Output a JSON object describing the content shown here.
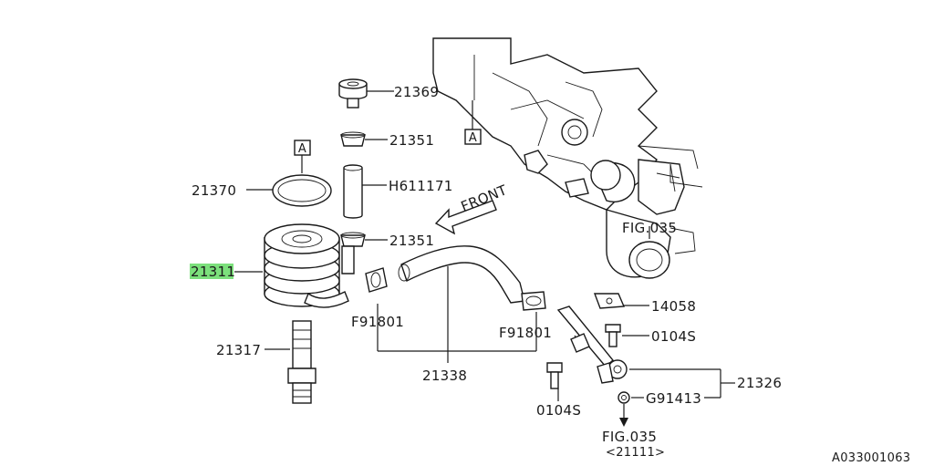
{
  "diagram": {
    "highlight_color": "#7CE07C",
    "labels": {
      "p21369": "21369",
      "p21351_top": "21351",
      "h611171": "H611171",
      "p21351_bottom": "21351",
      "p21370": "21370",
      "p21311": "21311",
      "p21317": "21317",
      "f91801_left": "F91801",
      "f91801_right": "F91801",
      "p21338": "21338",
      "p14058": "14058",
      "p0104s_right": "0104S",
      "p0104s_bottom": "0104S",
      "p21326": "21326",
      "g91413": "G91413",
      "fig035_top": "FIG.035",
      "fig035_bottom": "FIG.035",
      "fig035_bottom_ref": "<21111>",
      "front": "FRONT",
      "ref_a_left": "A",
      "ref_a_right": "A",
      "drawing_code": "A033001063"
    }
  }
}
